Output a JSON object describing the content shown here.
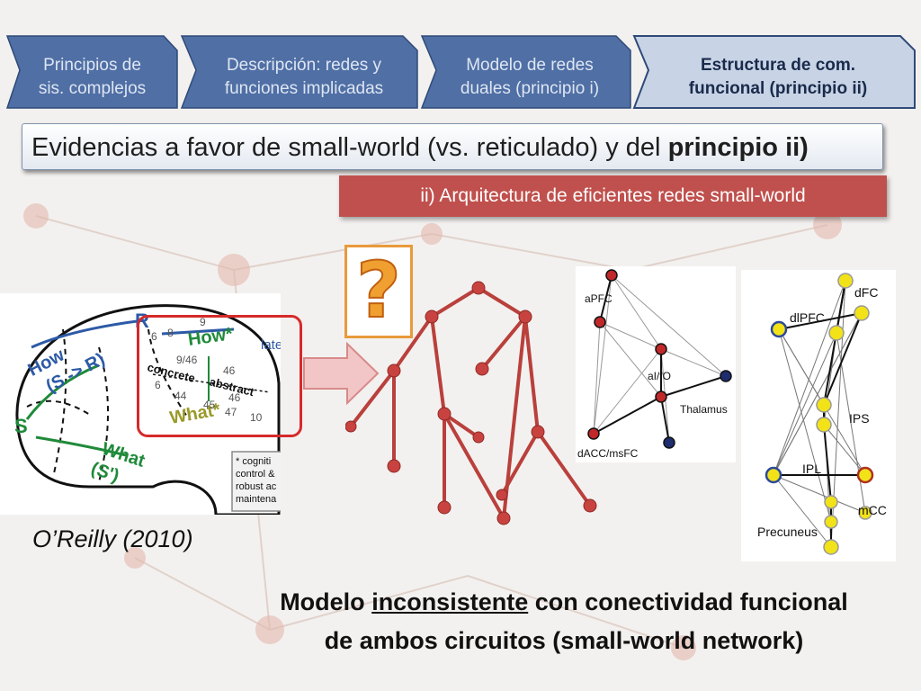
{
  "nav": {
    "tabs": [
      {
        "line1": "Principios de",
        "line2": "sis. complejos",
        "active": false
      },
      {
        "line1": "Descripción: redes y",
        "line2": "funciones implicadas",
        "active": false
      },
      {
        "line1": "Modelo de redes",
        "line2": "duales (principio i)",
        "active": false
      },
      {
        "line1": "Estructura de com.",
        "line2": "funcional (principio ii)",
        "active": true
      }
    ]
  },
  "title": {
    "prefix": "Evidencias a favor de small-world (vs. reticulado) y del ",
    "bold": "principio ii)"
  },
  "subtitle": "ii) Arquitectura de eficientes redes small-world",
  "question_mark": "?",
  "brain": {
    "how_sr": "How",
    "how_sr2": "(S -> R)",
    "r": "R",
    "how_star": "How*",
    "late": "late",
    "s": "S",
    "what": "What",
    "what_s": "(S')",
    "what_star": "What*",
    "concrete": "concrete",
    "abstract": "abstract",
    "n9": "9",
    "n6a": "6",
    "n8": "8",
    "n946": "9/46",
    "n46a": "46",
    "n6b": "6",
    "n44": "44",
    "n45": "45",
    "n47": "47",
    "n46b": "46",
    "n10": "10",
    "note1": "* cogniti",
    "note2": "control &",
    "note3": "robust ac",
    "note4": "maintena"
  },
  "network_left": {
    "labels": {
      "apfc": "aPFC",
      "aifo": "aI/fO",
      "thalamus": "Thalamus",
      "dacc": "dACC/msFC"
    }
  },
  "network_right": {
    "labels": {
      "dfc": "dFC",
      "dlpfc": "dlPFC",
      "ips": "IPS",
      "ipl": "IPL",
      "mcc": "mCC",
      "precuneus": "Precuneus"
    }
  },
  "citation": "O’Reilly (2010)",
  "conclusion": {
    "part1": "Modelo ",
    "underlined": "inconsistente",
    "part2": " con conectividad funcional",
    "line2": "de ambos circuitos (small-world network)"
  },
  "colors": {
    "accent_red": "#c0504d",
    "tab_blue": "#4f6fa5",
    "tab_active": "#c8d4e6",
    "question": "#f0a030"
  }
}
